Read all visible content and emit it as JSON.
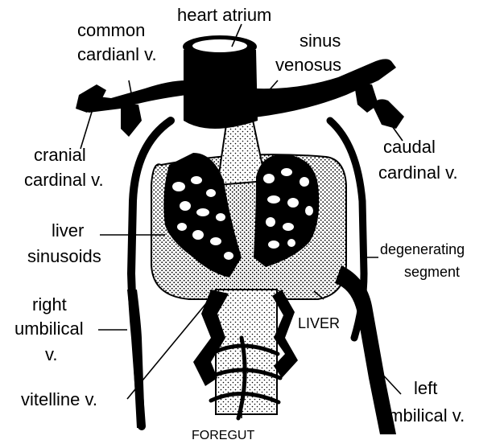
{
  "labels": {
    "heart_atrium": "heart atrium",
    "common_cardinal": [
      "common",
      "cardianl v."
    ],
    "sinus_venosus": [
      "sinus",
      "venosus"
    ],
    "cranial_cardinal": [
      "cranial",
      "cardinal v."
    ],
    "caudal_cardinal": [
      "caudal",
      "cardinal v."
    ],
    "liver_sinusoids": [
      "liver",
      "sinusoids"
    ],
    "degenerating_segment": [
      "degenerating",
      "segment"
    ],
    "right_umbilical": [
      "right",
      "umbilical",
      "v."
    ],
    "liver": "LIVER",
    "vitelline": "vitelline v.",
    "foregut": "FOREGUT",
    "left_umbilical": [
      "left",
      "umbilical v."
    ]
  },
  "colors": {
    "ink": "#000000",
    "background": "#ffffff",
    "liver_fill": "#d0d0d0",
    "foregut_fill": "#e6e6e6"
  }
}
